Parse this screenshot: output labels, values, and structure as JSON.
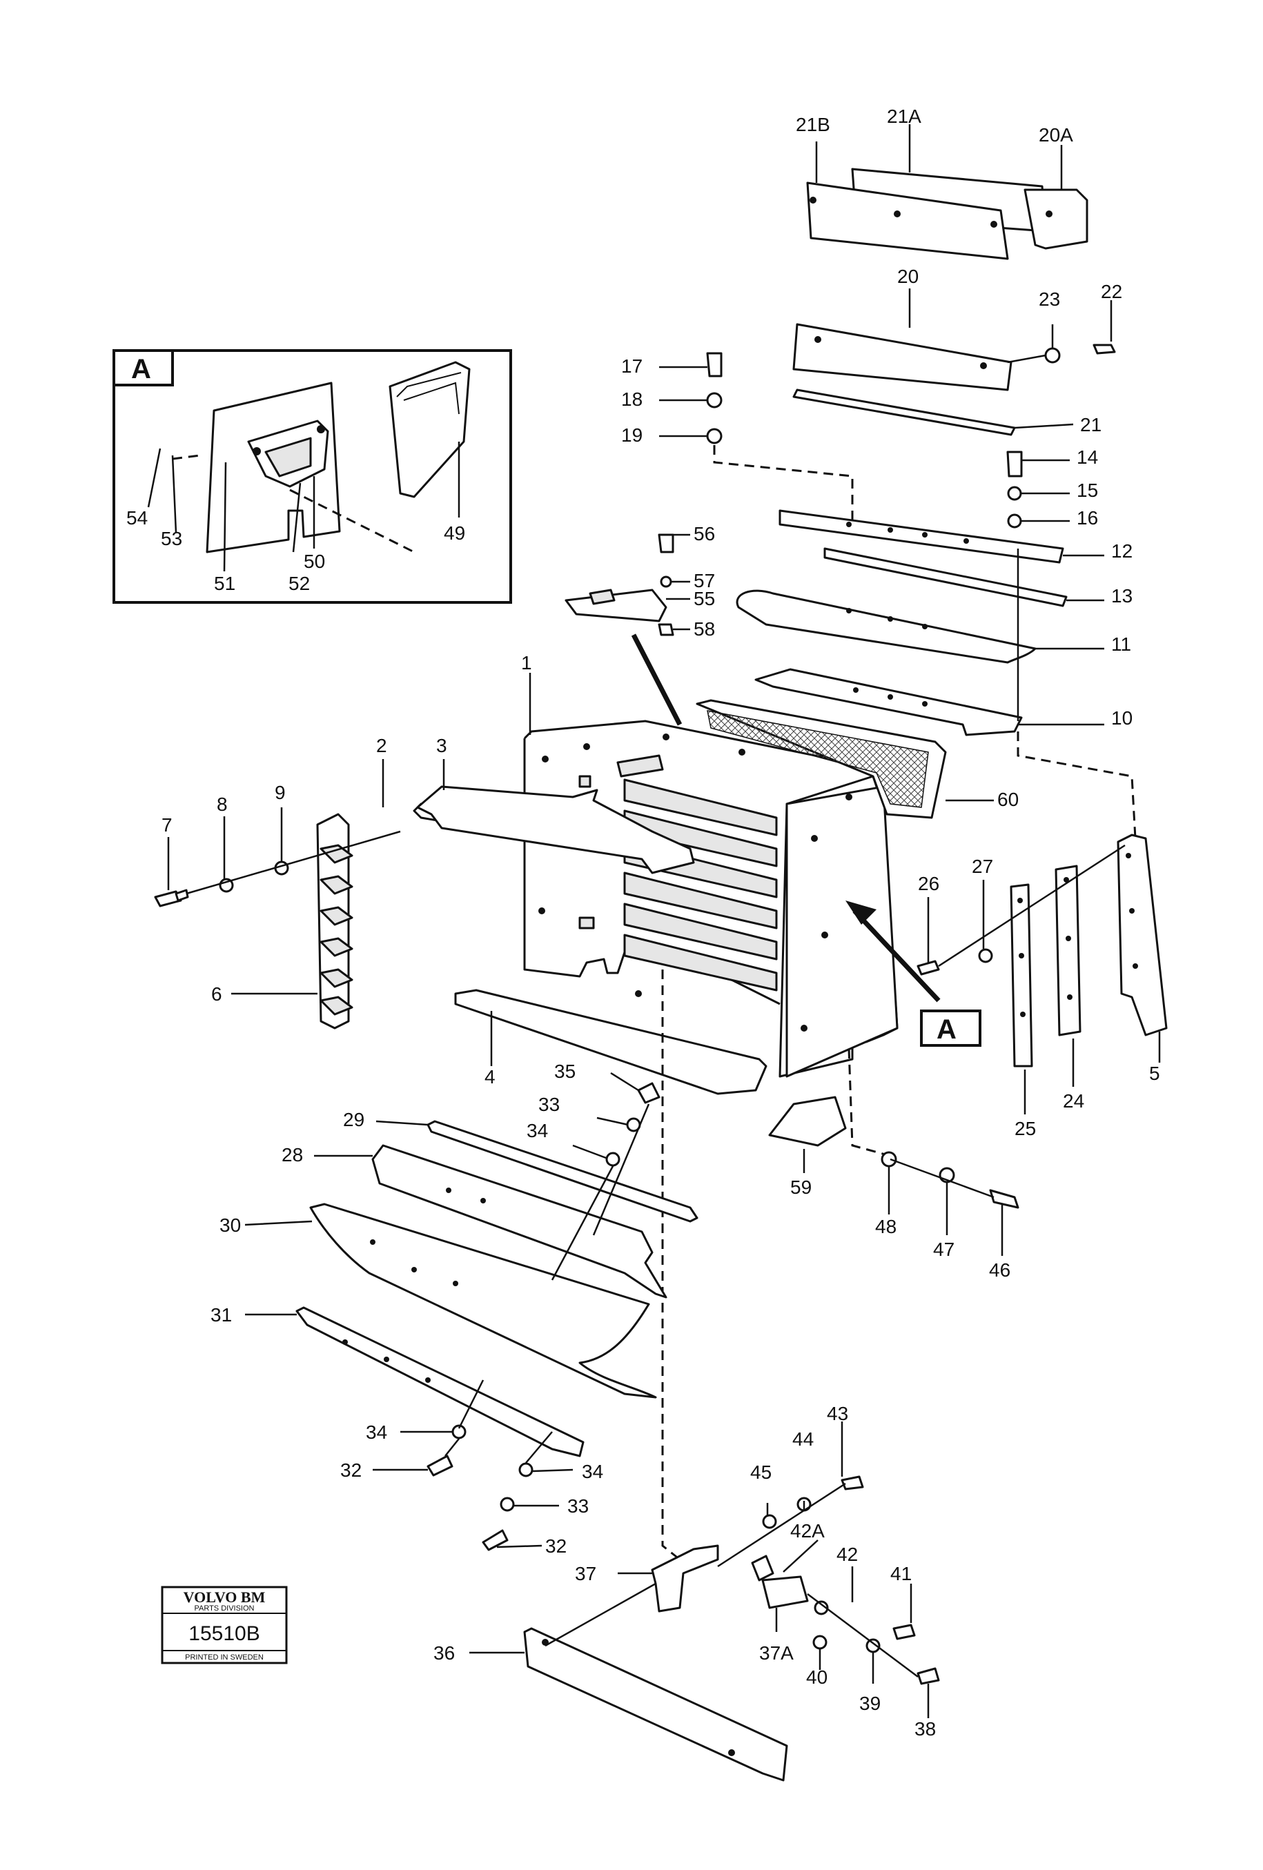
{
  "detail": {
    "label": "A"
  },
  "view_tag": {
    "label": "A"
  },
  "stamp": {
    "brand": "VOLVO BM",
    "division": "PARTS DIVISION",
    "code": "15510B",
    "printed": "PRINTED IN SWEDEN"
  },
  "labels": {
    "p1": "1",
    "p2": "2",
    "p3": "3",
    "p4": "4",
    "p5": "5",
    "p6": "6",
    "p7": "7",
    "p8": "8",
    "p9": "9",
    "p10": "10",
    "p11": "11",
    "p12": "12",
    "p13": "13",
    "p14": "14",
    "p15": "15",
    "p16": "16",
    "p17": "17",
    "p18": "18",
    "p19": "19",
    "p20": "20",
    "p20A": "20A",
    "p21": "21",
    "p21A": "21A",
    "p21B": "21B",
    "p22": "22",
    "p23": "23",
    "p24": "24",
    "p25": "25",
    "p26": "26",
    "p27": "27",
    "p28": "28",
    "p29": "29",
    "p30": "30",
    "p31": "31",
    "p32a": "32",
    "p32b": "32",
    "p33a": "33",
    "p33b": "33",
    "p34a": "34",
    "p34b": "34",
    "p34c": "34",
    "p35": "35",
    "p36": "36",
    "p37": "37",
    "p37A": "37A",
    "p38": "38",
    "p39": "39",
    "p40": "40",
    "p41": "41",
    "p42": "42",
    "p42A": "42A",
    "p43": "43",
    "p44": "44",
    "p45": "45",
    "p46": "46",
    "p47": "47",
    "p48": "48",
    "p49": "49",
    "p50": "50",
    "p51": "51",
    "p52": "52",
    "p53": "53",
    "p54": "54",
    "p55": "55",
    "p56": "56",
    "p57": "57",
    "p58": "58",
    "p59": "59",
    "p60": "60"
  }
}
